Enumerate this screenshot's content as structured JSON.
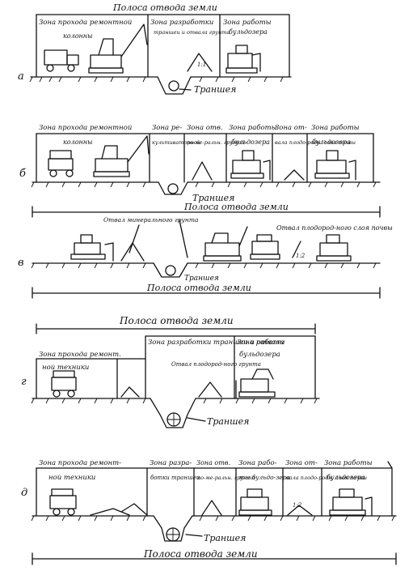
{
  "panel_a": {
    "letter": "а",
    "strip": "Полоса отвода земли",
    "zones": [
      "Зона прохода ремонтной",
      "Зона разработки",
      "Зона работы"
    ],
    "sub": [
      "колонны",
      "траншеи и отвала грунта",
      "бульдозера"
    ],
    "trench": "Траншея"
  },
  "panel_b": {
    "letter": "б",
    "zones": [
      "Зона прохода ремонтной",
      "Зона ре-",
      "Зона отв.",
      "Зона работы",
      "Зона от-",
      "Зона работы"
    ],
    "sub": [
      "колонны",
      "культиваторной",
      "по-ме-ральн. грунта",
      "бульдозера",
      "вала плодо-родн. слоя почвы",
      "бульдозера"
    ],
    "trench": "Траншея",
    "strip": "Полоса отвода земли"
  },
  "panel_v": {
    "letter": "в",
    "note1": "Отвал минерального грунта",
    "note2": "Отвал плодород-ного слоя почвы",
    "ratio": "1:2",
    "trench": "Траншея",
    "strip": "Полоса отвода земли"
  },
  "panel_g": {
    "letter": "г",
    "strip": "Полоса отвода земли",
    "zones": [
      "Зона прохода ремонт.",
      "Зона разработки траншеи и отвала",
      "Зона работы"
    ],
    "sub": [
      "ной техники",
      "Отвал плодород-ного грунта",
      "бульдозера"
    ],
    "trench": "Траншея"
  },
  "panel_d": {
    "letter": "д",
    "zones": [
      "Зона прохода ремонт-",
      "Зона разра-",
      "Зона отв.",
      "Зона рабо-",
      "Зона от-",
      "Зона работы"
    ],
    "sub": [
      "ной техники",
      "ботки траншеи",
      "по-ме-ральн. грунта",
      "ты бульдо-зера",
      "вала плодо-родн. слоя почвы",
      "бульдозера"
    ],
    "ratio": "1:2",
    "trench": "Траншея",
    "strip": "Полоса отвода земли"
  }
}
